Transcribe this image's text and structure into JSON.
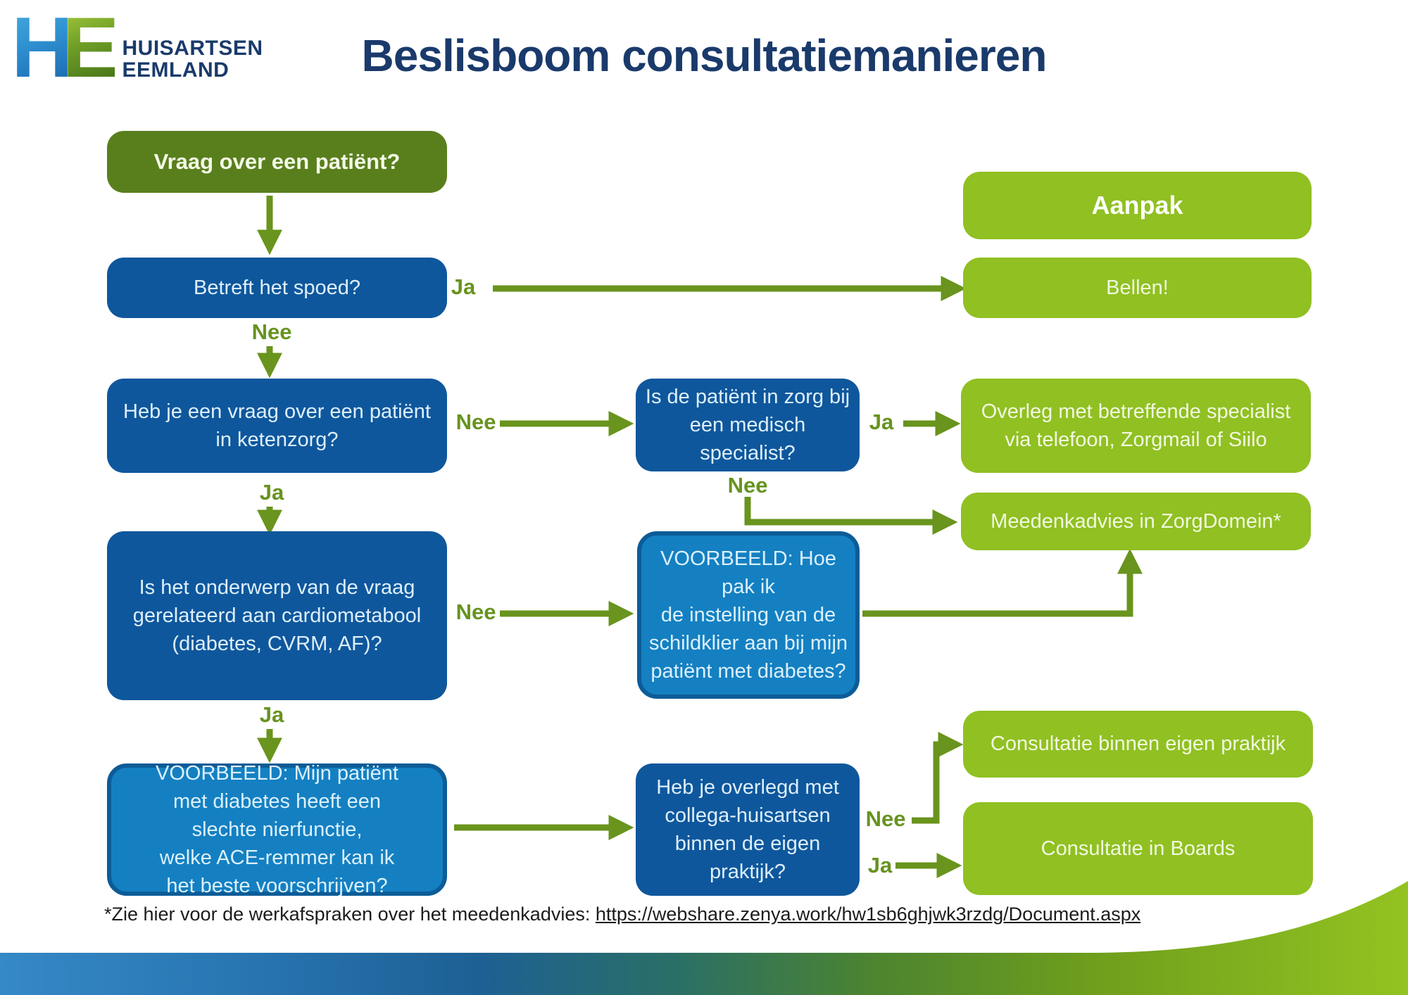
{
  "header": {
    "logo": {
      "mark_h": "H",
      "mark_e": "E",
      "line1": "HUISARTSEN",
      "line2": "EEMLAND"
    },
    "title": "Beslisboom consultatiemanieren"
  },
  "nodes": {
    "start": "Vraag over een patiënt?",
    "spoed": "Betreft het spoed?",
    "aanpak": "Aanpak",
    "bellen": "Bellen!",
    "ketenzorg": "Heb je een vraag over een patiënt\nin ketenzorg?",
    "specialist": "Is de patiënt in zorg bij\neen medisch\nspecialist?",
    "overleg_specialist": "Overleg met betreffende specialist\nvia telefoon, Zorgmail of Siilo",
    "meedenkadvies": "Meedenkadvies in ZorgDomein*",
    "cardio": "Is het onderwerp van de vraag\ngerelateerd aan cardiometabool\n(diabetes, CVRM, AF)?",
    "voorbeeld_schildklier": "VOORBEELD: Hoe pak ik\nde instelling van de\nschildklier aan bij mijn\npatiënt met diabetes?",
    "voorbeeld_ace": "VOORBEELD: Mijn patiënt\nmet diabetes heeft een\nslechte nierfunctie,\nwelke ACE-remmer kan ik\nhet beste voorschrijven?",
    "overlegd": "Heb je overlegd met\ncollega-huisartsen\nbinnen de eigen\npraktijk?",
    "consultatie_eigen": "Consultatie binnen eigen praktijk",
    "consultatie_boards": "Consultatie in Boards"
  },
  "edge_labels": {
    "ja": "Ja",
    "nee": "Nee"
  },
  "footer": {
    "prefix": "*Zie hier voor de werkafspraken over het meedenkadvies: ",
    "link": "https://webshare.zenya.work/hw1sb6ghjwk3rzdg/Document.aspx"
  },
  "colors": {
    "navy": "#1a3a6b",
    "olive_box": "#597f1d",
    "lime_box": "#90c022",
    "blue_box": "#0f579c",
    "light_blue_box": "#1480c2",
    "light_blue_border": "#0c5c97",
    "arrow": "#69941d",
    "band_blue_left": "#3589c6",
    "band_green_right": "#93c321"
  }
}
